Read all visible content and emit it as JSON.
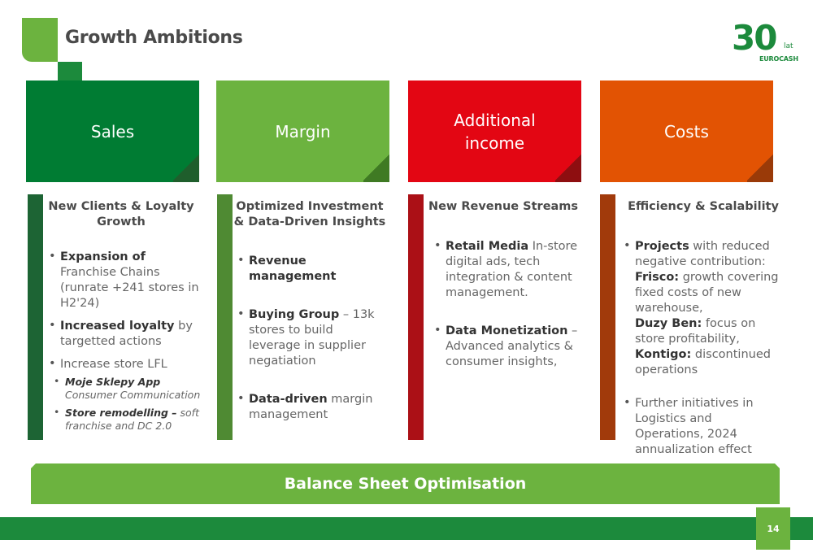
{
  "page": {
    "title": "Growth Ambitions",
    "page_number": "14"
  },
  "logo": {
    "number": "30",
    "suffix": "lat",
    "brand": "EUROCASH"
  },
  "colors": {
    "dark_green": "#007c33",
    "light_green": "#6cb33f",
    "red": "#e30613",
    "orange": "#e25303"
  },
  "columns": [
    {
      "card": "Sales",
      "heading": "New Clients & Loyalty Growth",
      "items": [
        {
          "bold": "Expansion of",
          "text": " Franchise Chains (runrate +241 stores in H2'24)"
        },
        {
          "bold": "Increased loyalty",
          "text": " by targetted actions"
        },
        {
          "bold": "",
          "text": "Increase store LFL"
        }
      ],
      "subitems": [
        {
          "bold": "Moje Sklepy  App",
          "text": " Consumer Communication"
        },
        {
          "bold": "Store remodelling –",
          "text": " soft franchise and DC 2.0"
        }
      ]
    },
    {
      "card": "Margin",
      "heading": "Optimized Investment & Data-Driven Insights",
      "items": [
        {
          "bold": "Revenue management",
          "text": ""
        },
        {
          "bold": "Buying Group",
          "text": " – 13k stores to build leverage in supplier negatiation"
        },
        {
          "bold": "Data-driven",
          "text": " margin management"
        }
      ]
    },
    {
      "card": "Additional income",
      "heading": "New Revenue Streams",
      "items": [
        {
          "bold": "Retail Media",
          "text": " In-store digital ads, tech integration & content management."
        },
        {
          "bold": "Data Monetization",
          "text": " – Advanced analytics & consumer insights,"
        }
      ]
    },
    {
      "card": "Costs",
      "heading": "Efficiency & Scalability",
      "items": [
        {
          "bold": "Projects",
          "text": " with reduced negative contribution:",
          "extra": [
            {
              "bold": "Frisco:",
              "text": " growth covering fixed costs of new warehouse,"
            },
            {
              "bold": "Duzy Ben:",
              "text": " focus on store profitability, "
            },
            {
              "bold": "Kontigo:",
              "text": " discontinued operations"
            }
          ]
        },
        {
          "bold": "",
          "text": "Further initiatives in Logistics and Operations, 2024 annualization effect"
        }
      ]
    }
  ],
  "footer": {
    "banner": "Balance Sheet Optimisation"
  }
}
